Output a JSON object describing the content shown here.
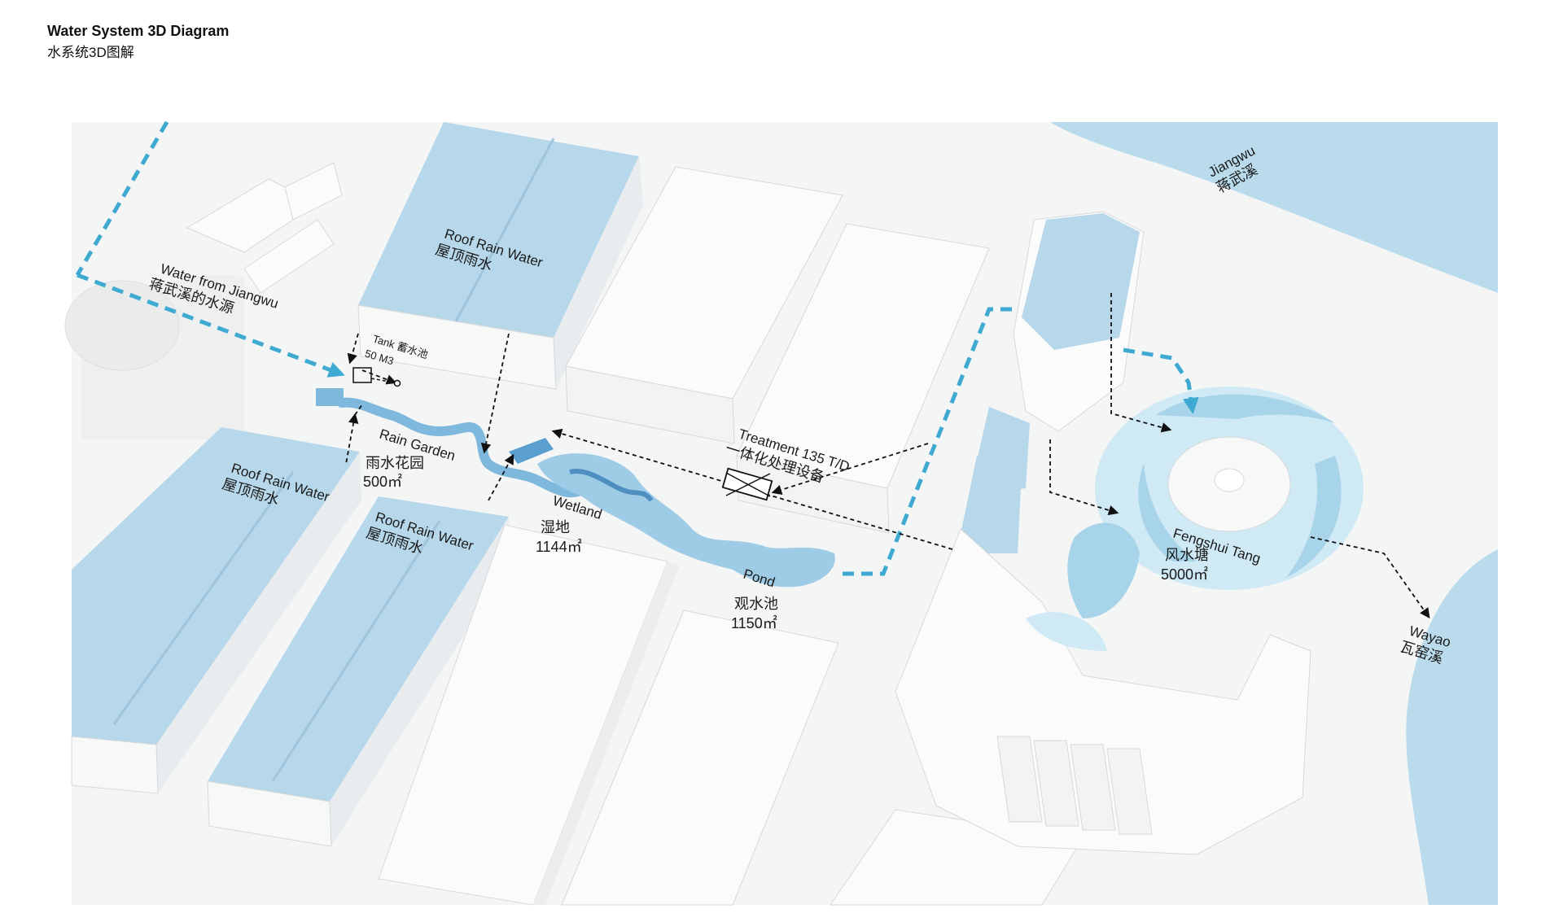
{
  "header": {
    "title": "Water System 3D Diagram",
    "subtitle": "水系统3D图解"
  },
  "colors": {
    "roof": "#b7d7ea",
    "water": "#7fb8dd",
    "river": "#b9dbec",
    "light_water": "#cfe9f5",
    "flow_blue": "#3ea9d1",
    "flow_black": "#111111",
    "ground": "#f4f5f5"
  },
  "labels": {
    "water_from_en": "Water from Jiangwu",
    "water_from_zh": "蒋武溪的水源",
    "tank_en": "Tank 蓄水池",
    "tank_volume": "50 M3",
    "roof_en": "Roof Rain Water",
    "roof_zh": "屋顶雨水",
    "rain_garden_en": "Rain Garden",
    "rain_garden_zh": "雨水花园",
    "rain_garden_area": "500㎡",
    "wetland_en": "Wetland",
    "wetland_zh": "湿地",
    "wetland_area": "1144㎡",
    "pond_en": "Pond",
    "pond_zh": "观水池",
    "pond_area": "1150㎡",
    "treatment_en": "Treatment 135 T/D",
    "treatment_zh": "一体化处理设备",
    "jiangwu_en": "Jiangwu",
    "jiangwu_zh": "蒋武溪",
    "fengshui_en": "Fengshui Tang",
    "fengshui_zh": "风水塘",
    "fengshui_area": "5000㎡",
    "wayao_en": "Wayao",
    "wayao_zh": "瓦窑溪"
  }
}
